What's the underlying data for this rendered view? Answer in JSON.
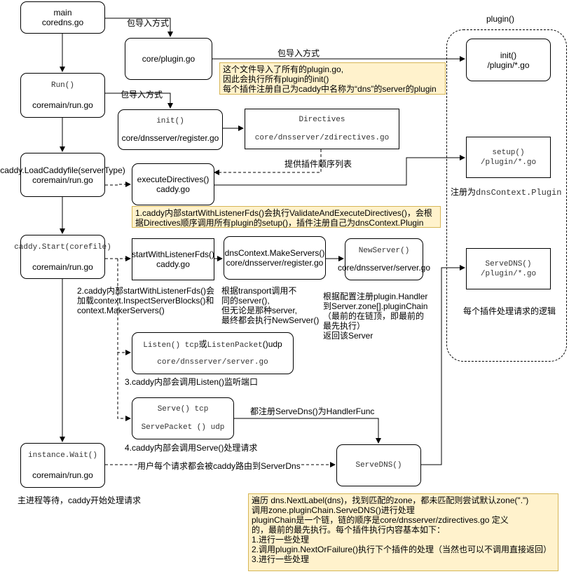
{
  "nodes": {
    "main": {
      "line1": "main",
      "line2": "coredns.go"
    },
    "plugin_go": {
      "label": "core/plugin.go"
    },
    "run": {
      "line1": "Run()",
      "line2": "coremain/run.go"
    },
    "init_register": {
      "line1": "init()",
      "line2": "core/dnsserver/register.go"
    },
    "directives": {
      "line1": "Directives",
      "line2": "core/dnsserver/zdirectives.go"
    },
    "load_caddyfile": {
      "line1": "caddy.LoadCaddyfile(serverType)",
      "line2": "coremain/run.go"
    },
    "execute_directives": {
      "line1": "executeDirectives()",
      "line2": "caddy.go"
    },
    "caddy_start": {
      "line1": "caddy.Start(corefile)",
      "line2": "coremain/run.go"
    },
    "start_with_listener": {
      "line1": "startWithListenerFds()",
      "line2": "caddy.go"
    },
    "make_servers": {
      "line1": "dnsContext.MakeServers()",
      "line2": "core/dnsserver/register.go"
    },
    "new_server": {
      "line1": "NewServer()",
      "line2": "core/dnsserver/server.go"
    },
    "listen": {
      "code1": "Listen() tcp",
      "mid": "或",
      "code2": "ListenPacket",
      "tail": "()udp",
      "line2": "core/dnsserver/server.go"
    },
    "serve": {
      "line1": "Serve() tcp",
      "line2a": "ServePacket",
      "line2b": " () udp"
    },
    "instance_wait": {
      "line1": "instance.Wait()",
      "line2": "coremain/run.go"
    },
    "serve_dns": {
      "label": "ServeDNS()"
    },
    "plugin_init": {
      "line1": "init()",
      "line2": "/plugin/*.go"
    },
    "plugin_setup": {
      "line1": "setup()",
      "line2": "/plugin/*.go"
    },
    "plugin_servedns": {
      "line1": "ServeDNS()",
      "line2": "/plugin/*.go"
    }
  },
  "labels": {
    "plugin_title": "plugin()",
    "import1": "包导入方式",
    "import2": "包导入方式",
    "import3": "包导入方式",
    "provide_order": "提供插件顺序列表",
    "register_prefix": "注册为",
    "register_ctx": "dnsContext.Plugin",
    "per_plugin_logic": "每个插件处理请求的逻辑",
    "caddy_internal_2": "2.caddy内部startWithListenerFds()会\n加载context.InspectServerBlocks()和\ncontext.MakerServers()",
    "transport_note": "根据transport调用不\n同的server(),\n但无论是那种server,\n最终都会执行NewServer()",
    "config_note": "根据配置注册plugin.Handler\n到Server.zone[].pluginChain\n（最前的在链顶，即最前的\n最先执行）\n返回该Server",
    "caddy_internal_3": "3.caddy内部会调用Listen()监听端口",
    "register_servedns": "都注册ServeDns()为HandlerFunc",
    "caddy_internal_4": "4.caddy内部会调用Serve()处理请求",
    "route_request": "用户每个请求都会被caddy路由到ServerDns",
    "main_wait": "主进程等待，caddy开始处理请求"
  },
  "notes": {
    "import_note": "这个文件导入了所有的plugin.go,\n因此会执行所有plugin的init()\n每个插件注册自己为caddy中名称为“dns”的server的plugin",
    "setup_note": "1.caddy内部startWithListenerFds()会执行ValidateAndExecuteDirectives()，会根\n据Directives顺序调用所有plugin的setup()，插件注册自己为dnsContext.Plugin",
    "chain_note": "遍历 dns.NextLabel(dns)，找到匹配的zone，都未匹配则尝试默认zone(\".\")\n调用zone.pluginChain.ServeDNS()进行处理\npluginChain是一个链，链的顺序是core/dnsserver/zdirectives.go 定义\n的，最前的最先执行。每个插件执行内容基本如下：\n1.进行一些处理\n2.调用plugin.NextOrFailure()执行下个插件的处理（当然也可以不调用直接返回）\n3.进行一些处理"
  },
  "colors": {
    "note_fill": "#fff2cc",
    "note_border": "#d6b656",
    "stroke": "#000000",
    "code_text": "#333333"
  }
}
